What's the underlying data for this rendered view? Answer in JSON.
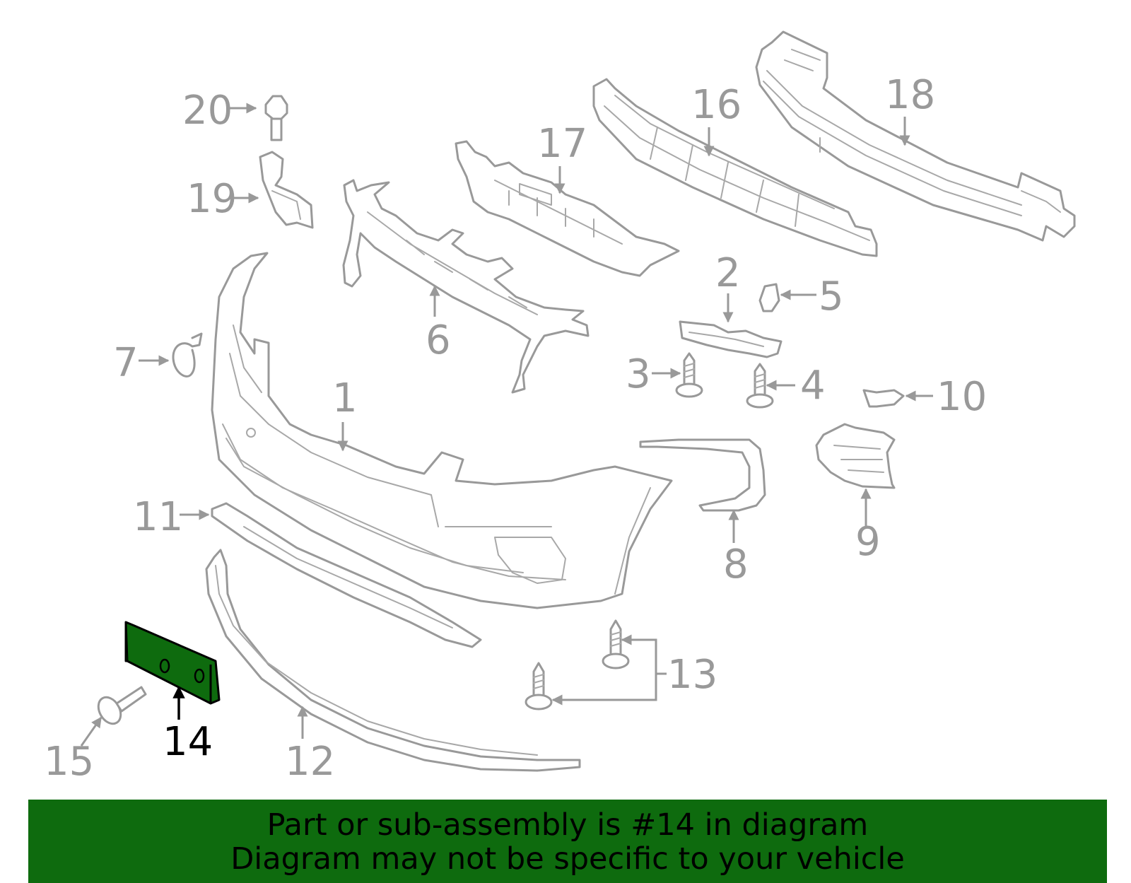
{
  "diagram": {
    "highlight_color": "#0e6b0e",
    "part_color": "#999999",
    "highlighted_part": "14",
    "callouts": [
      {
        "id": "c1",
        "label": "1"
      },
      {
        "id": "c2",
        "label": "2"
      },
      {
        "id": "c3",
        "label": "3"
      },
      {
        "id": "c4",
        "label": "4"
      },
      {
        "id": "c5",
        "label": "5"
      },
      {
        "id": "c6",
        "label": "6"
      },
      {
        "id": "c7",
        "label": "7"
      },
      {
        "id": "c8",
        "label": "8"
      },
      {
        "id": "c9",
        "label": "9"
      },
      {
        "id": "c10",
        "label": "10"
      },
      {
        "id": "c11",
        "label": "11"
      },
      {
        "id": "c12",
        "label": "12"
      },
      {
        "id": "c13",
        "label": "13"
      },
      {
        "id": "c14",
        "label": "14"
      },
      {
        "id": "c15",
        "label": "15"
      },
      {
        "id": "c16",
        "label": "16"
      },
      {
        "id": "c17",
        "label": "17"
      },
      {
        "id": "c18",
        "label": "18"
      },
      {
        "id": "c19",
        "label": "19"
      },
      {
        "id": "c20",
        "label": "20"
      }
    ]
  },
  "banner": {
    "line1": "Part or sub-assembly is #14 in diagram",
    "line2": "Diagram may not be specific to your vehicle",
    "background": "#0e6b0e"
  }
}
